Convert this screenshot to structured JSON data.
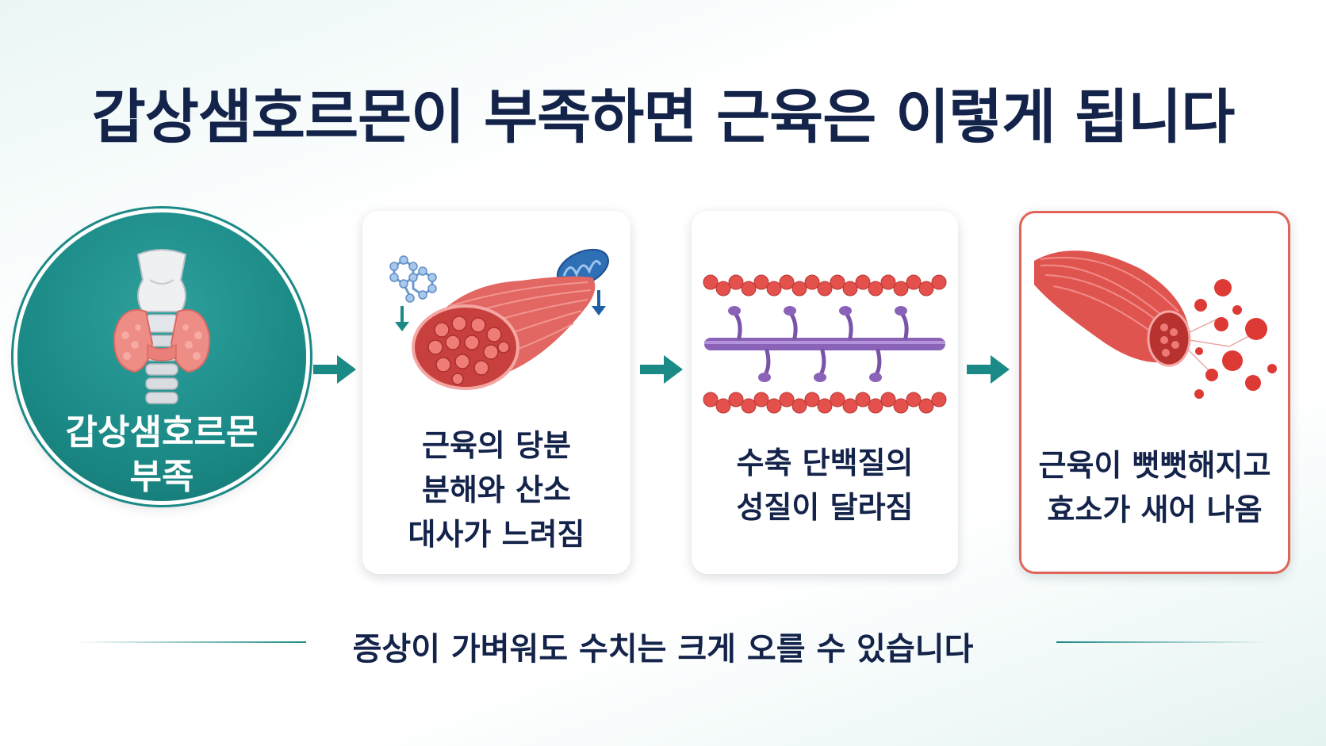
{
  "title": "갑상샘호르몬이 부족하면 근육은 이렇게 됩니다",
  "colors": {
    "teal": "#1b8a86",
    "navy": "#14234a",
    "muscle_red": "#e05450",
    "highlight_border": "#e06457",
    "protein_purple": "#8a63b8"
  },
  "steps": [
    {
      "label": "갑상샘호르몬 부족",
      "lines": [
        "갑상샘호르몬",
        "부족"
      ],
      "icon": "thyroid-gland-icon"
    },
    {
      "lines": [
        "근육의 당분",
        "분해와 산소",
        "대사가 느려짐"
      ],
      "icon": "muscle-fiber-icon"
    },
    {
      "lines": [
        "수축 단백질의",
        "성질이 달라짐"
      ],
      "icon": "protein-filaments-icon"
    },
    {
      "lines": [
        "근육이 뻣뻣해지고",
        "효소가 새어 나옴"
      ],
      "icon": "enzyme-leak-icon"
    }
  ],
  "footer": "증상이 가벼워도 수치는 크게 오를 수 있습니다"
}
